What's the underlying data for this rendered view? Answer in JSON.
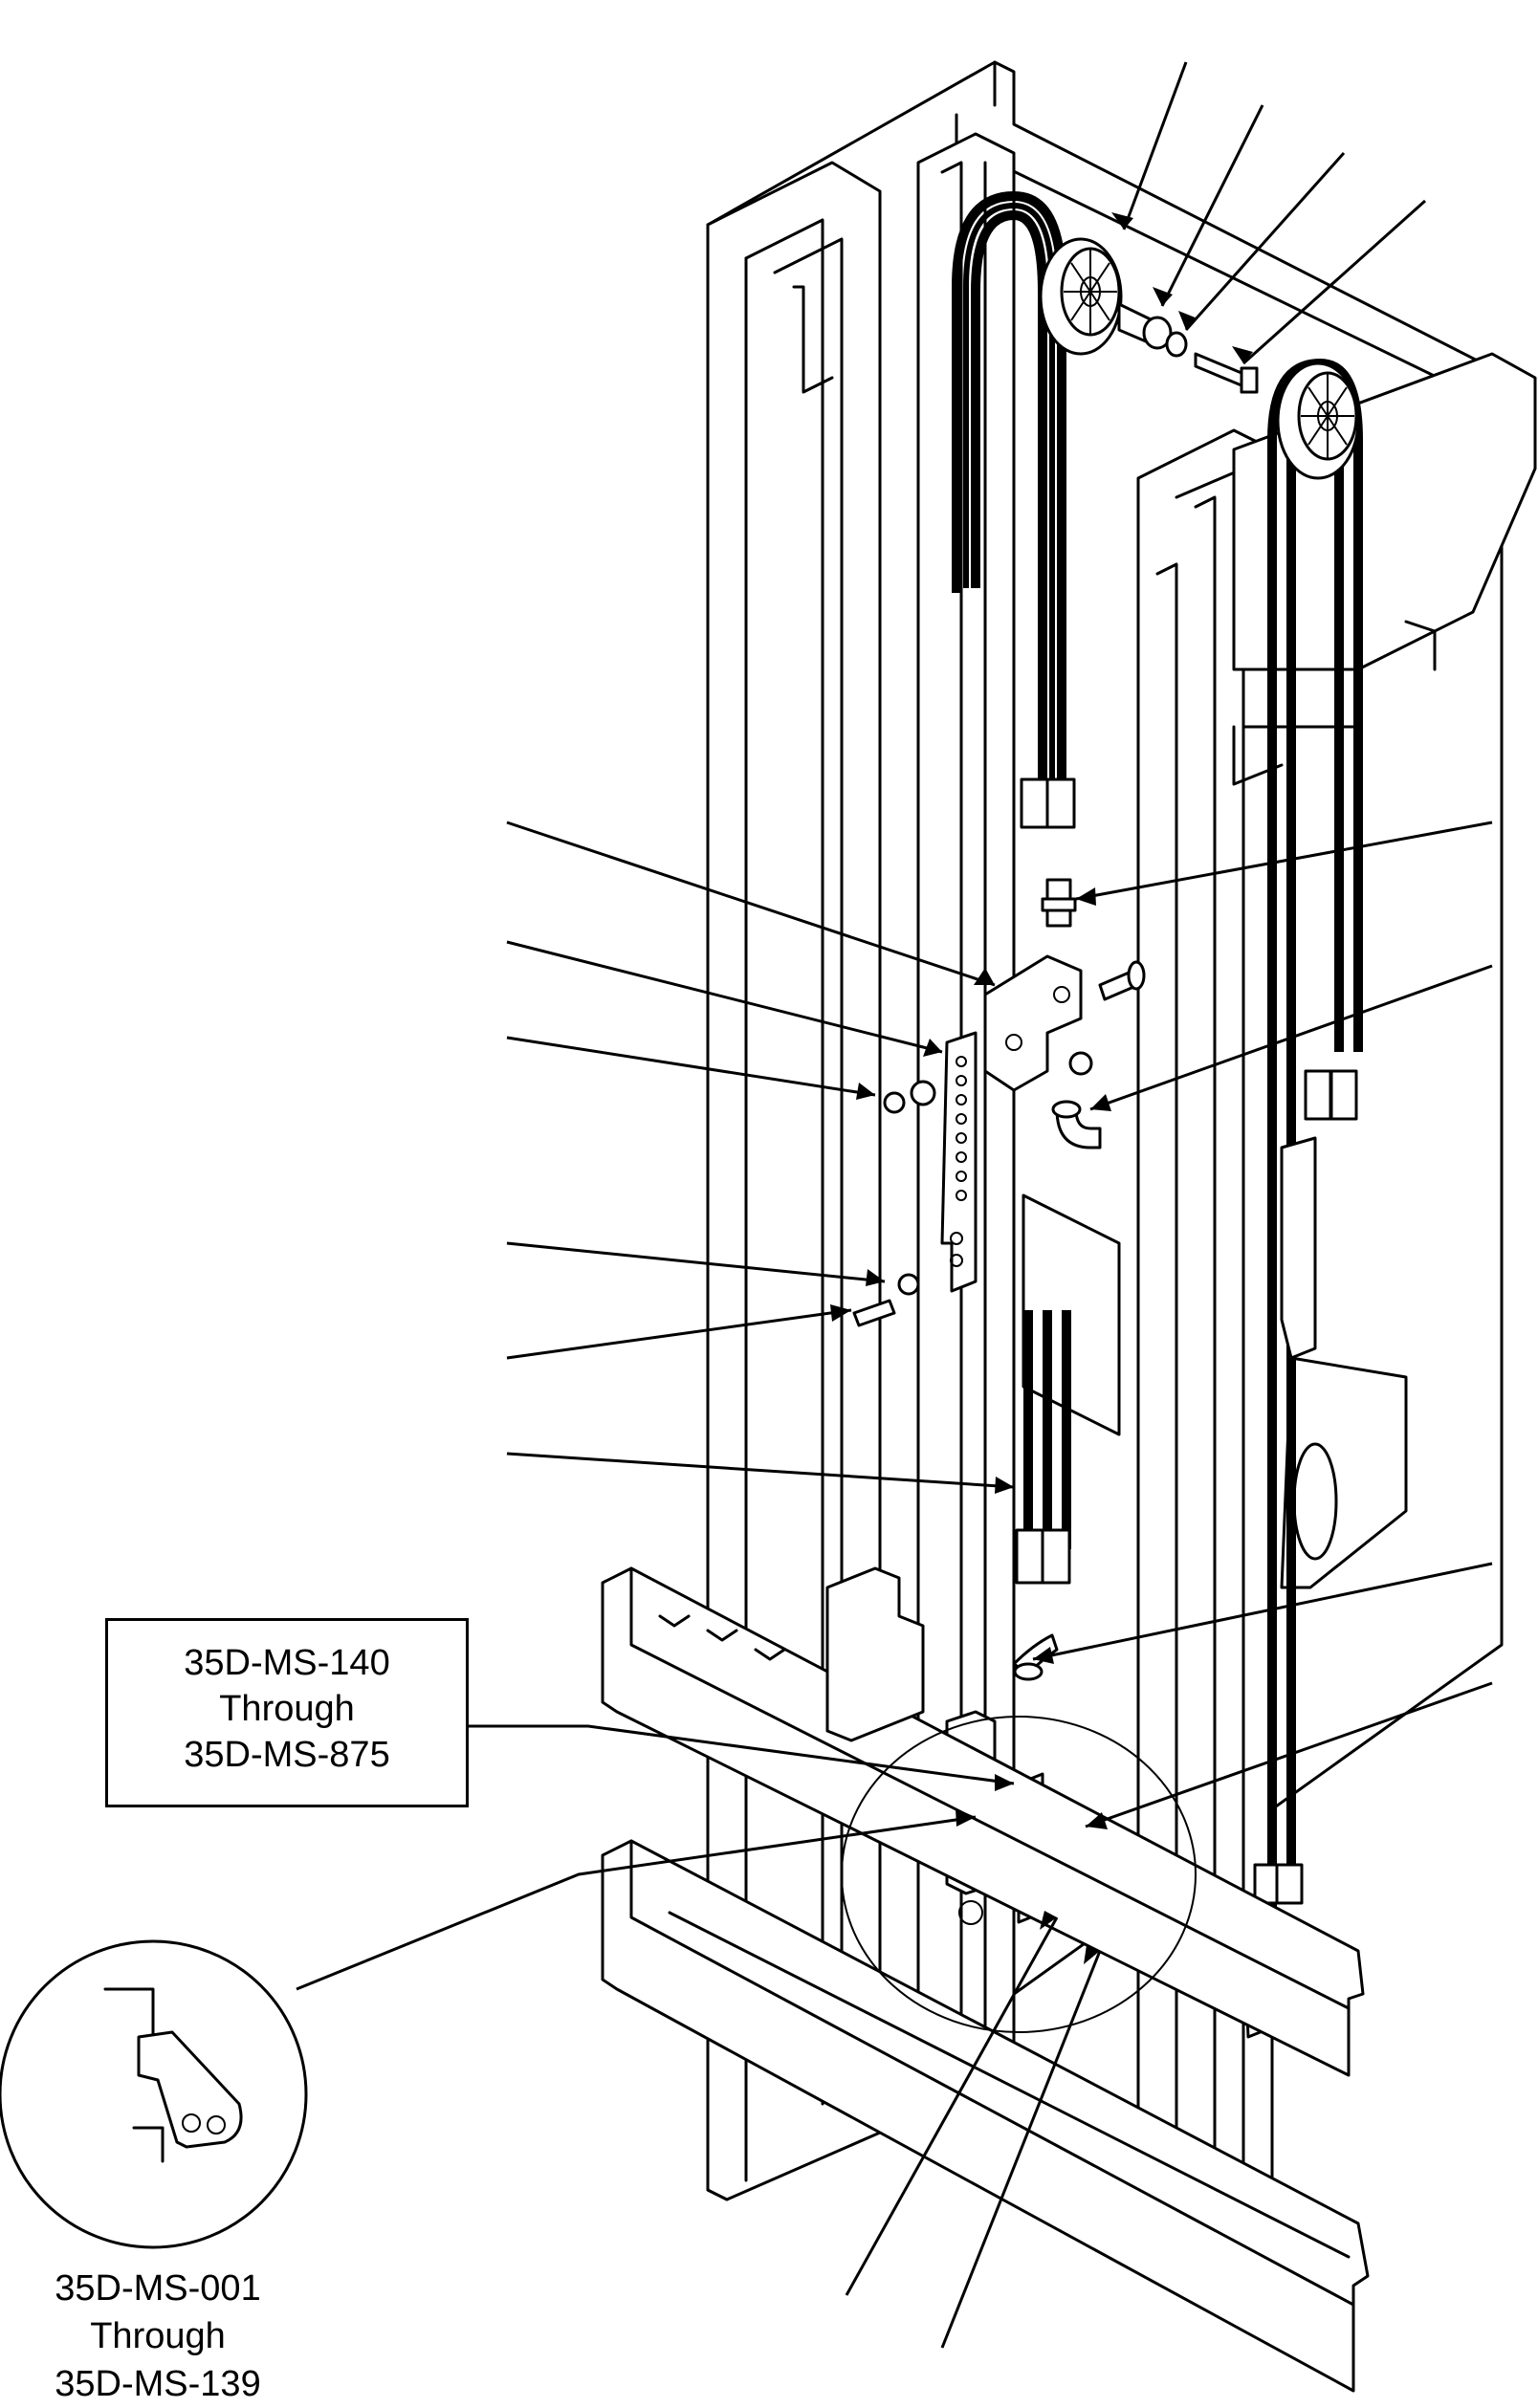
{
  "callout_box": {
    "line1": "35D-MS-140",
    "line2": "Through",
    "line3": "35D-MS-875"
  },
  "detail_caption": {
    "line1": "35D-MS-001",
    "line2": "Through",
    "line3": "35D-MS-139"
  }
}
